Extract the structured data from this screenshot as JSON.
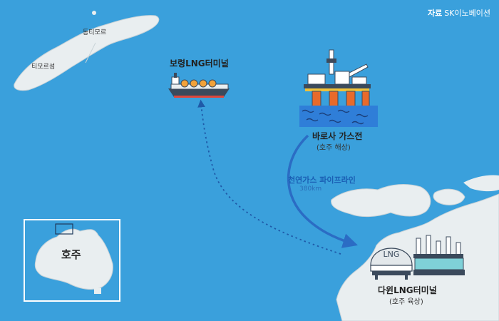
{
  "source": {
    "prefix": "자료",
    "name": "SK이노베이션"
  },
  "islands": {
    "east_timor": "동티모르",
    "timor": "티모르섬"
  },
  "boryeong": {
    "name": "보령LNG터미널"
  },
  "barossa": {
    "name": "바로사 가스전",
    "note": "(호주 해상)"
  },
  "pipeline": {
    "label": "천연가스 파이프라인",
    "distance": "380km"
  },
  "darwin": {
    "name": "다윈LNG터미널",
    "note": "(호주 육상)",
    "tank_text": "LNG"
  },
  "inset": {
    "label": "호주"
  },
  "colors": {
    "sea": "#3aa0dc",
    "land": "#e9eef0",
    "pipeline": "#2b6cc4",
    "dotted_route": "#1f5aa8",
    "platform_leg": "#e86a2b",
    "inset_border": "#ffffff"
  },
  "icons": [
    "lng-ship-icon",
    "offshore-platform-icon",
    "lng-tank-icon",
    "gas-plant-icon"
  ]
}
